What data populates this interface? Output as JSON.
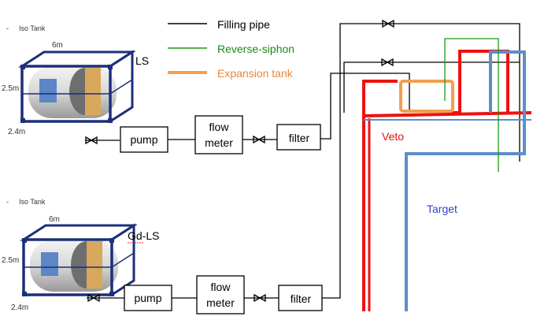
{
  "legend": {
    "filling_pipe": "Filling pipe",
    "reverse_siphon": "Reverse-siphon",
    "expansion_tank": "Expansion tank"
  },
  "tanks": [
    {
      "header": "Iso Tank",
      "dash": "-",
      "length": "6m",
      "height": "2.5m",
      "width": "2.4m",
      "content": "LS"
    },
    {
      "header": "Iso Tank",
      "dash": "-",
      "length": "6m",
      "height": "2.5m",
      "width": "2.4m",
      "content": "Gd-LS"
    }
  ],
  "components": {
    "pump": "pump",
    "flow_meter_line1": "flow",
    "flow_meter_line2": "meter",
    "filter": "filter"
  },
  "detector": {
    "veto": "Veto",
    "target": "Target"
  },
  "colors": {
    "filling_pipe": "#000000",
    "reverse_siphon": "#1a9a1a",
    "expansion_tank": "#f0a050",
    "veto": "#ee1111",
    "target": "#5b8fc9",
    "tank_frame": "#1c2f7a",
    "text_green": "#1a8a1a",
    "text_orange": "#e8873a",
    "text_red": "#dd1111",
    "text_blue": "#3344cc"
  }
}
